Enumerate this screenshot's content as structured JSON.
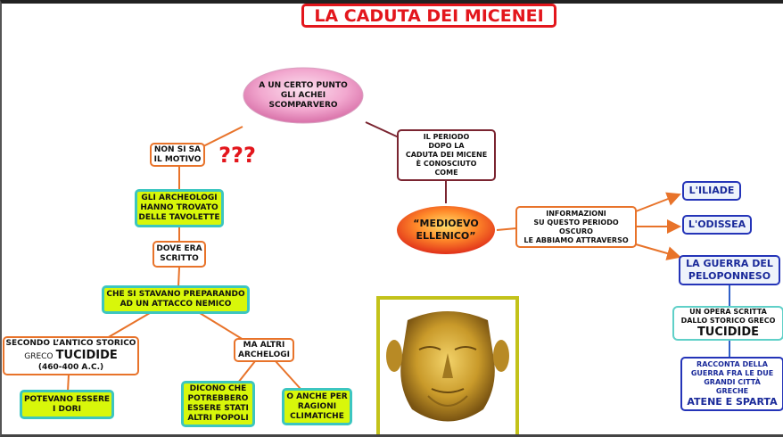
{
  "title": "LA CADUTA DEI MICENEI",
  "colors": {
    "title_red": "#e3161c",
    "orange_line": "#e8732a",
    "lime": "#d8f70a",
    "cyan_border": "#3cc6c0",
    "blue": "#2434b8",
    "dark_red": "#7a2430",
    "frame": "#c3c21a"
  },
  "nodes": {
    "achei": [
      "A UN CERTO PUNTO",
      "GLI ACHEI",
      "SCOMPARVERO"
    ],
    "non_si_sa": [
      "NON SI SA",
      "IL MOTIVO"
    ],
    "question": "???",
    "archeologi": [
      "GLI ARCHEOLOGI",
      "HANNO TROVATO",
      "DELLE TAVOLETTE"
    ],
    "dove": [
      "DOVE ERA",
      "SCRITTO"
    ],
    "preparando": [
      "CHE SI STAVANO PREPARANDO",
      "AD UN ATTACCO NEMICO"
    ],
    "secondo": {
      "line1": "SECONDO L’ANTICO STORICO",
      "greco": "GRECO",
      "name": "TUCIDIDE",
      "dates": "(460-400 A.C.)"
    },
    "dori": [
      "POTEVANO ESSERE",
      "I DORI"
    ],
    "altri": [
      "MA ALTRI",
      "ARCHELOGI"
    ],
    "dicono": [
      "DICONO CHE",
      "POTREBBERO",
      "ESSERE STATI",
      "ALTRI POPOLI"
    ],
    "climatiche": [
      "O ANCHE PER",
      "RAGIONI",
      "CLIMATICHE"
    ],
    "periodo": [
      "IL PERIODO",
      "DOPO LA",
      "CADUTA DEI MICENE",
      "È CONOSCIUTO",
      "COME"
    ],
    "medioevo": [
      "“MEDIOEVO",
      "ELLENICO”"
    ],
    "informazioni": [
      "INFORMAZIONI",
      "SU QUESTO PERIODO",
      "OSCURO",
      "LE ABBIAMO ATTRAVERSO"
    ],
    "iliade": "L'ILIADE",
    "odissea": "L'ODISSEA",
    "guerra": [
      "LA GUERRA DEL",
      "PELOPONNESO"
    ],
    "opera": {
      "line1": "UN OPERA SCRITTA",
      "line2": "DALLO STORICO GRECO",
      "name": "TUCIDIDE"
    },
    "racconta": {
      "lines": [
        "RACCONTA DELLA",
        "GUERRA FRA LE DUE",
        "GRANDI CITTÀ",
        "GRECHE"
      ],
      "cities": "ATENE E SPARTA"
    }
  },
  "image": {
    "icon": "golden-mask-of-agamemnon"
  }
}
